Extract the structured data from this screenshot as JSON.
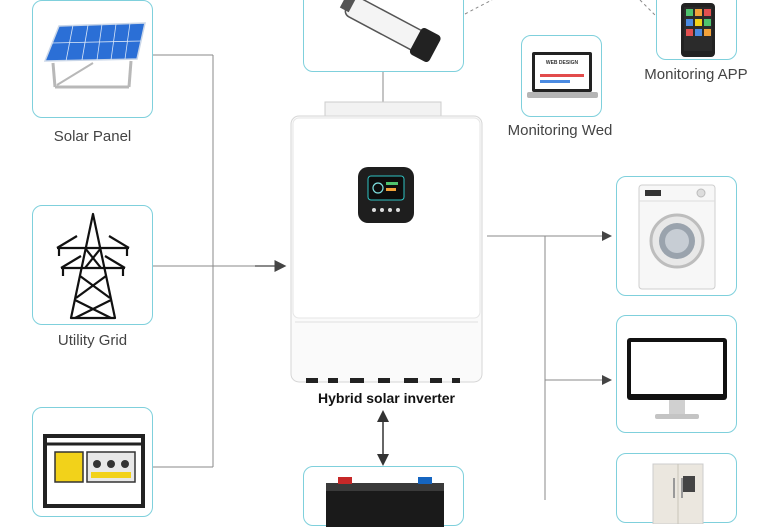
{
  "labels": {
    "solar_panel": "Solar Panel",
    "utility_grid": "Utility Grid",
    "inverter": "Hybrid solar inverter",
    "monitoring_web": "Monitoring Wed",
    "monitoring_app": "Monitoring APP",
    "web_design": "WEB DESIGN"
  },
  "colors": {
    "card_border": "#7fd0dc",
    "line": "#8a8a8a",
    "arrow": "#444444",
    "solar_blue": "#2b6fd6",
    "generator_yellow": "#f2d21a"
  },
  "icons": [
    "solar-panel-icon",
    "transmission-tower-icon",
    "generator-icon",
    "wifi-dongle-icon",
    "laptop-icon",
    "smartphone-icon",
    "inverter-icon",
    "washing-machine-icon",
    "monitor-icon",
    "refrigerator-icon",
    "battery-icon"
  ]
}
